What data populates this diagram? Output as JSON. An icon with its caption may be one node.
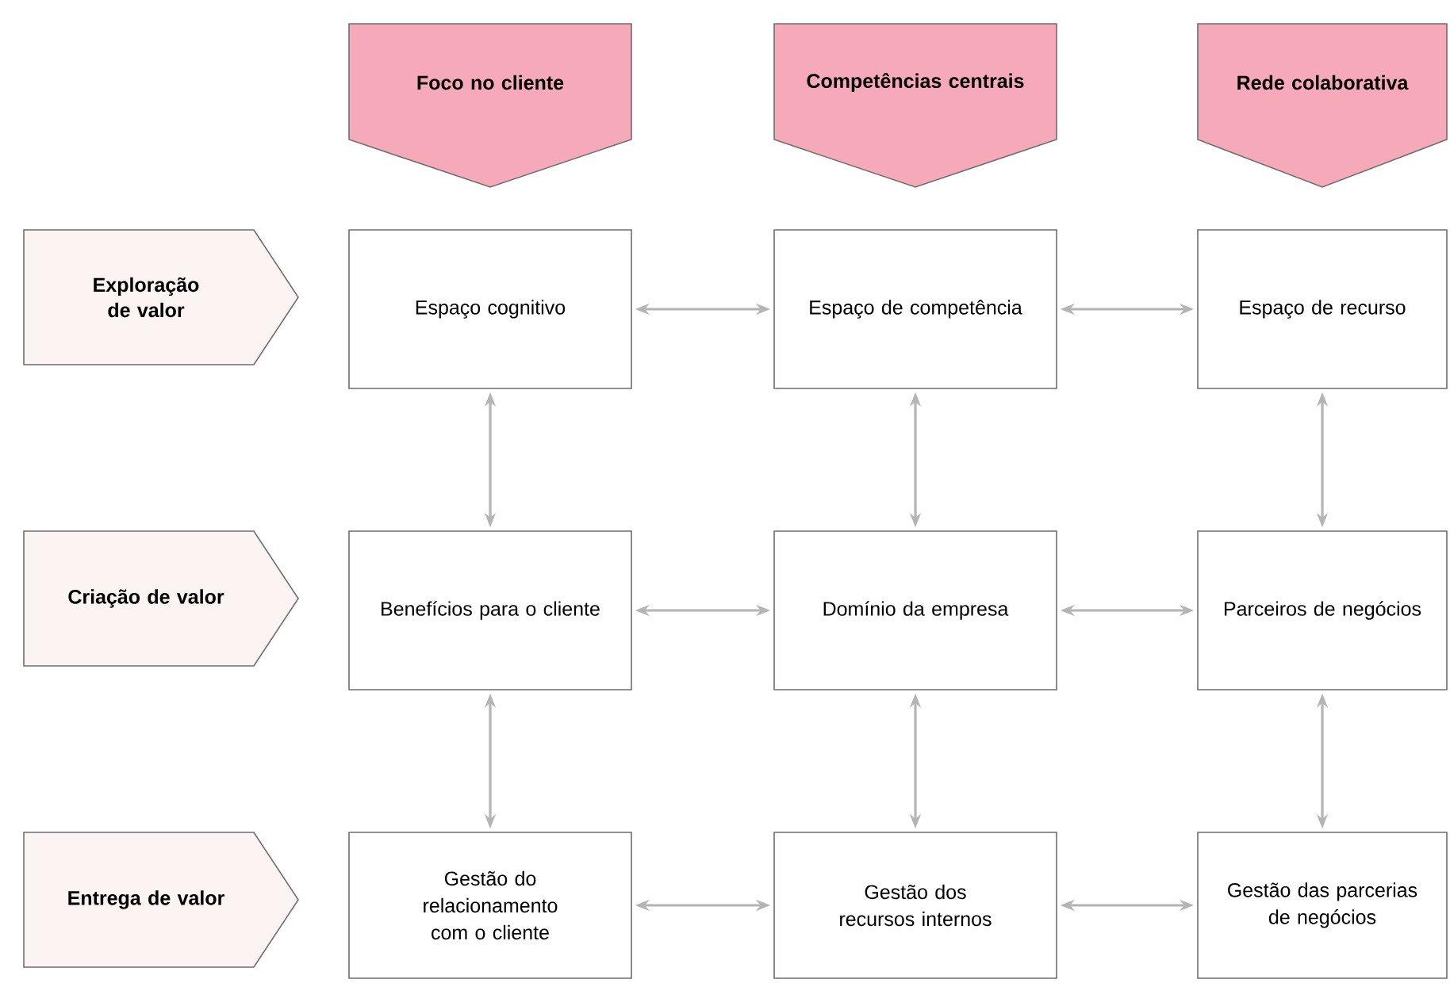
{
  "diagram": {
    "nodes": [
      {
        "text": [
          "Foco no cliente"
        ]
      },
      {
        "text": [
          "Competências centrais"
        ]
      },
      {
        "text": [
          "Rede colaborativa"
        ]
      },
      {
        "text": [
          "Exploração de valor"
        ]
      },
      {
        "text": [
          "Espaço cognitivo"
        ]
      },
      {
        "text": [
          "Espaço de competência"
        ]
      },
      {
        "text": [
          "Espaço de recurso"
        ]
      },
      {
        "text": [
          "Criação de valor"
        ]
      },
      {
        "text": [
          "Benefícios para o cliente"
        ]
      },
      {
        "text": [
          "Domínio da empresa"
        ]
      },
      {
        "text": [
          "Parceiros de negócios"
        ]
      },
      {
        "text": [
          "Entrega de valor"
        ]
      },
      {
        "text": [
          "Gestão do relacionamento com o cliente"
        ]
      },
      {
        "text": [
          "Gestão dos recursos internos"
        ]
      },
      {
        "text": [
          "Gestão das parcerias de negócios"
        ]
      }
    ],
    "edges": [
      {
        "from": 4,
        "to": 5,
        "arrow": "both"
      },
      {
        "from": 5,
        "to": 6,
        "arrow": "both"
      },
      {
        "from": 4,
        "to": 8,
        "arrow": "both"
      },
      {
        "from": 5,
        "to": 9,
        "arrow": "both"
      },
      {
        "from": 6,
        "to": 10,
        "arrow": "both"
      },
      {
        "from": 8,
        "to": 9,
        "arrow": "both"
      },
      {
        "from": 9,
        "to": 10,
        "arrow": "both"
      },
      {
        "from": 8,
        "to": 12,
        "arrow": "both"
      },
      {
        "from": 9,
        "to": 13,
        "arrow": "both"
      },
      {
        "from": 10,
        "to": 14,
        "arrow": "both"
      },
      {
        "from": 12,
        "to": 13,
        "arrow": "both"
      },
      {
        "from": 13,
        "to": 14,
        "arrow": "both"
      }
    ]
  }
}
